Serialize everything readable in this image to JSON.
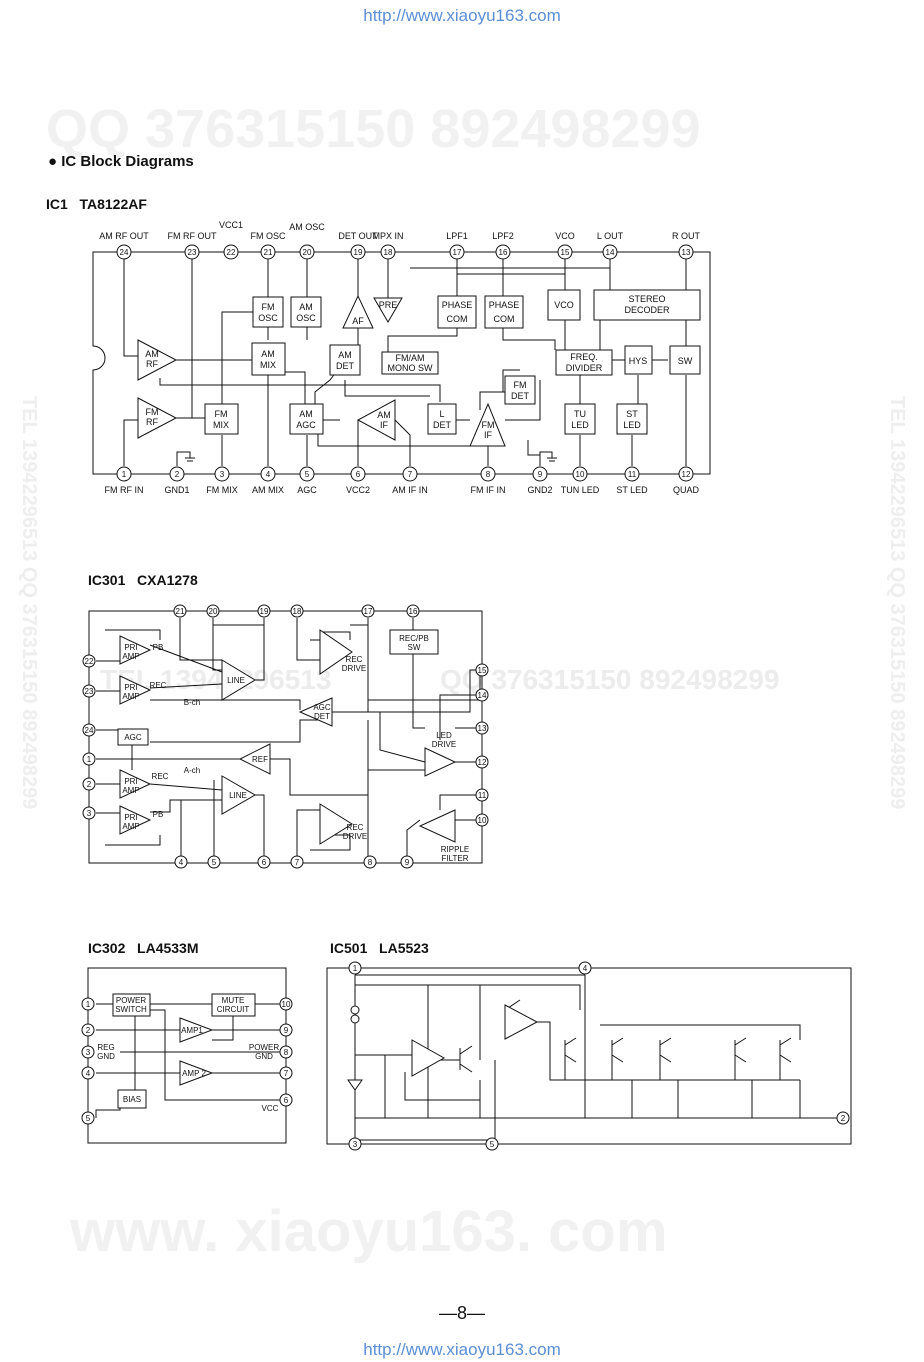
{
  "header": {
    "url_top": "http://www.xiaoyu163.com",
    "url_bottom": "http://www.xiaoyu163.com"
  },
  "watermarks": {
    "top": "QQ 376315150   892498299",
    "mid": "QQ 376315150  892498299",
    "mid_left": "TEL 13942296513",
    "bottom": "www. xiaoyu163. com",
    "side_left": "TEL 13942296513  QQ 376315150  892498299",
    "side_right": "TEL 13942296513  QQ 376315150  892498299"
  },
  "section_title": "● IC Block Diagrams",
  "ic1": {
    "label": "IC1",
    "part": "TA8122AF",
    "top_pins": [
      "24",
      "23",
      "22",
      "21",
      "20",
      "19",
      "18",
      "17",
      "16",
      "15",
      "14",
      "13"
    ],
    "top_labels": [
      "AM RF OUT",
      "FM RF OUT",
      "VCC1",
      "FM OSC",
      "AM OSC",
      "DET OUT",
      "MPX IN",
      "LPF1",
      "LPF2",
      "VCO",
      "L OUT",
      "R OUT"
    ],
    "bottom_pins": [
      "1",
      "2",
      "3",
      "4",
      "5",
      "6",
      "7",
      "8",
      "9",
      "10",
      "11",
      "12"
    ],
    "bottom_labels": [
      "FM RF IN",
      "GND1",
      "FM MIX",
      "AM MIX",
      "AGC",
      "VCC2",
      "AM IF IN",
      "FM IF IN",
      "GND2",
      "TUN LED",
      "ST LED",
      "QUAD"
    ],
    "blocks": {
      "am_rf": [
        "AM",
        "RF"
      ],
      "fm_rf": [
        "FM",
        "RF"
      ],
      "fm_osc": [
        "FM",
        "OSC"
      ],
      "am_osc": [
        "AM",
        "OSC"
      ],
      "am_mix": [
        "AM",
        "MIX"
      ],
      "fm_mix": [
        "FM",
        "MIX"
      ],
      "am_agc": [
        "AM",
        "AGC"
      ],
      "af": "AF",
      "pre": "PRE",
      "am_det": [
        "AM",
        "DET"
      ],
      "am_if": [
        "AM",
        "IF"
      ],
      "phase1": [
        "PHASE",
        "COM"
      ],
      "phase2": [
        "PHASE",
        "COM"
      ],
      "vco": "VCO",
      "stereo": [
        "STEREO",
        "DECODER"
      ],
      "fmam": [
        "FM/AM",
        "MONO SW"
      ],
      "freq": [
        "FREQ.",
        "DIVIDER"
      ],
      "hys": "HYS",
      "sw": "SW",
      "fm_det": [
        "FM",
        "DET"
      ],
      "l_det": [
        "L",
        "DET"
      ],
      "fm_if": [
        "FM",
        "IF"
      ],
      "tu_led": [
        "TU",
        "LED"
      ],
      "st_led": [
        "ST",
        "LED"
      ]
    }
  },
  "ic301": {
    "label": "IC301",
    "part": "CXA1278",
    "top_pins": [
      "21",
      "20",
      "19",
      "18",
      "17",
      "16"
    ],
    "right_pins": [
      "15",
      "14",
      "13",
      "12",
      "11",
      "10"
    ],
    "bottom_pins": [
      "4",
      "5",
      "6",
      "7",
      "8",
      "9"
    ],
    "left_pins": [
      "22",
      "23",
      "24",
      "1",
      "2",
      "3"
    ],
    "blocks": {
      "pri_amp": [
        "PRI",
        "AMP"
      ],
      "pb": "PB",
      "rec": "REC",
      "line": "LINE",
      "rec_drive": [
        "REC",
        "DRIVE"
      ],
      "recpb_sw": [
        "REC/PB",
        "SW"
      ],
      "agc_det": [
        "AGC",
        "DET"
      ],
      "agc": "AGC",
      "b_ch": "B-ch",
      "a_ch": "A-ch",
      "ref": "REF",
      "led_drive": [
        "LED",
        "DRIVE"
      ],
      "ripple": [
        "RIPPLE",
        "FILTER"
      ]
    }
  },
  "ic302": {
    "label": "IC302",
    "part": "LA4533M",
    "left_pins": [
      "1",
      "2",
      "3",
      "4",
      "5"
    ],
    "right_pins": [
      "10",
      "9",
      "8",
      "7",
      "6"
    ],
    "blocks": {
      "power": [
        "POWER",
        "SWITCH"
      ],
      "mute": [
        "MUTE",
        "CIRCUIT"
      ],
      "amp1": "AMP1",
      "amp2": "AMP 2",
      "bias": "BIAS",
      "reg": [
        "REG",
        "GND"
      ],
      "pgnd": [
        "POWER",
        "GND"
      ],
      "vcc": "VCC"
    }
  },
  "ic501": {
    "label": "IC501",
    "part": "LA5523",
    "pins": [
      "1",
      "4",
      "2",
      "3",
      "5"
    ]
  },
  "page_number": "—8—"
}
